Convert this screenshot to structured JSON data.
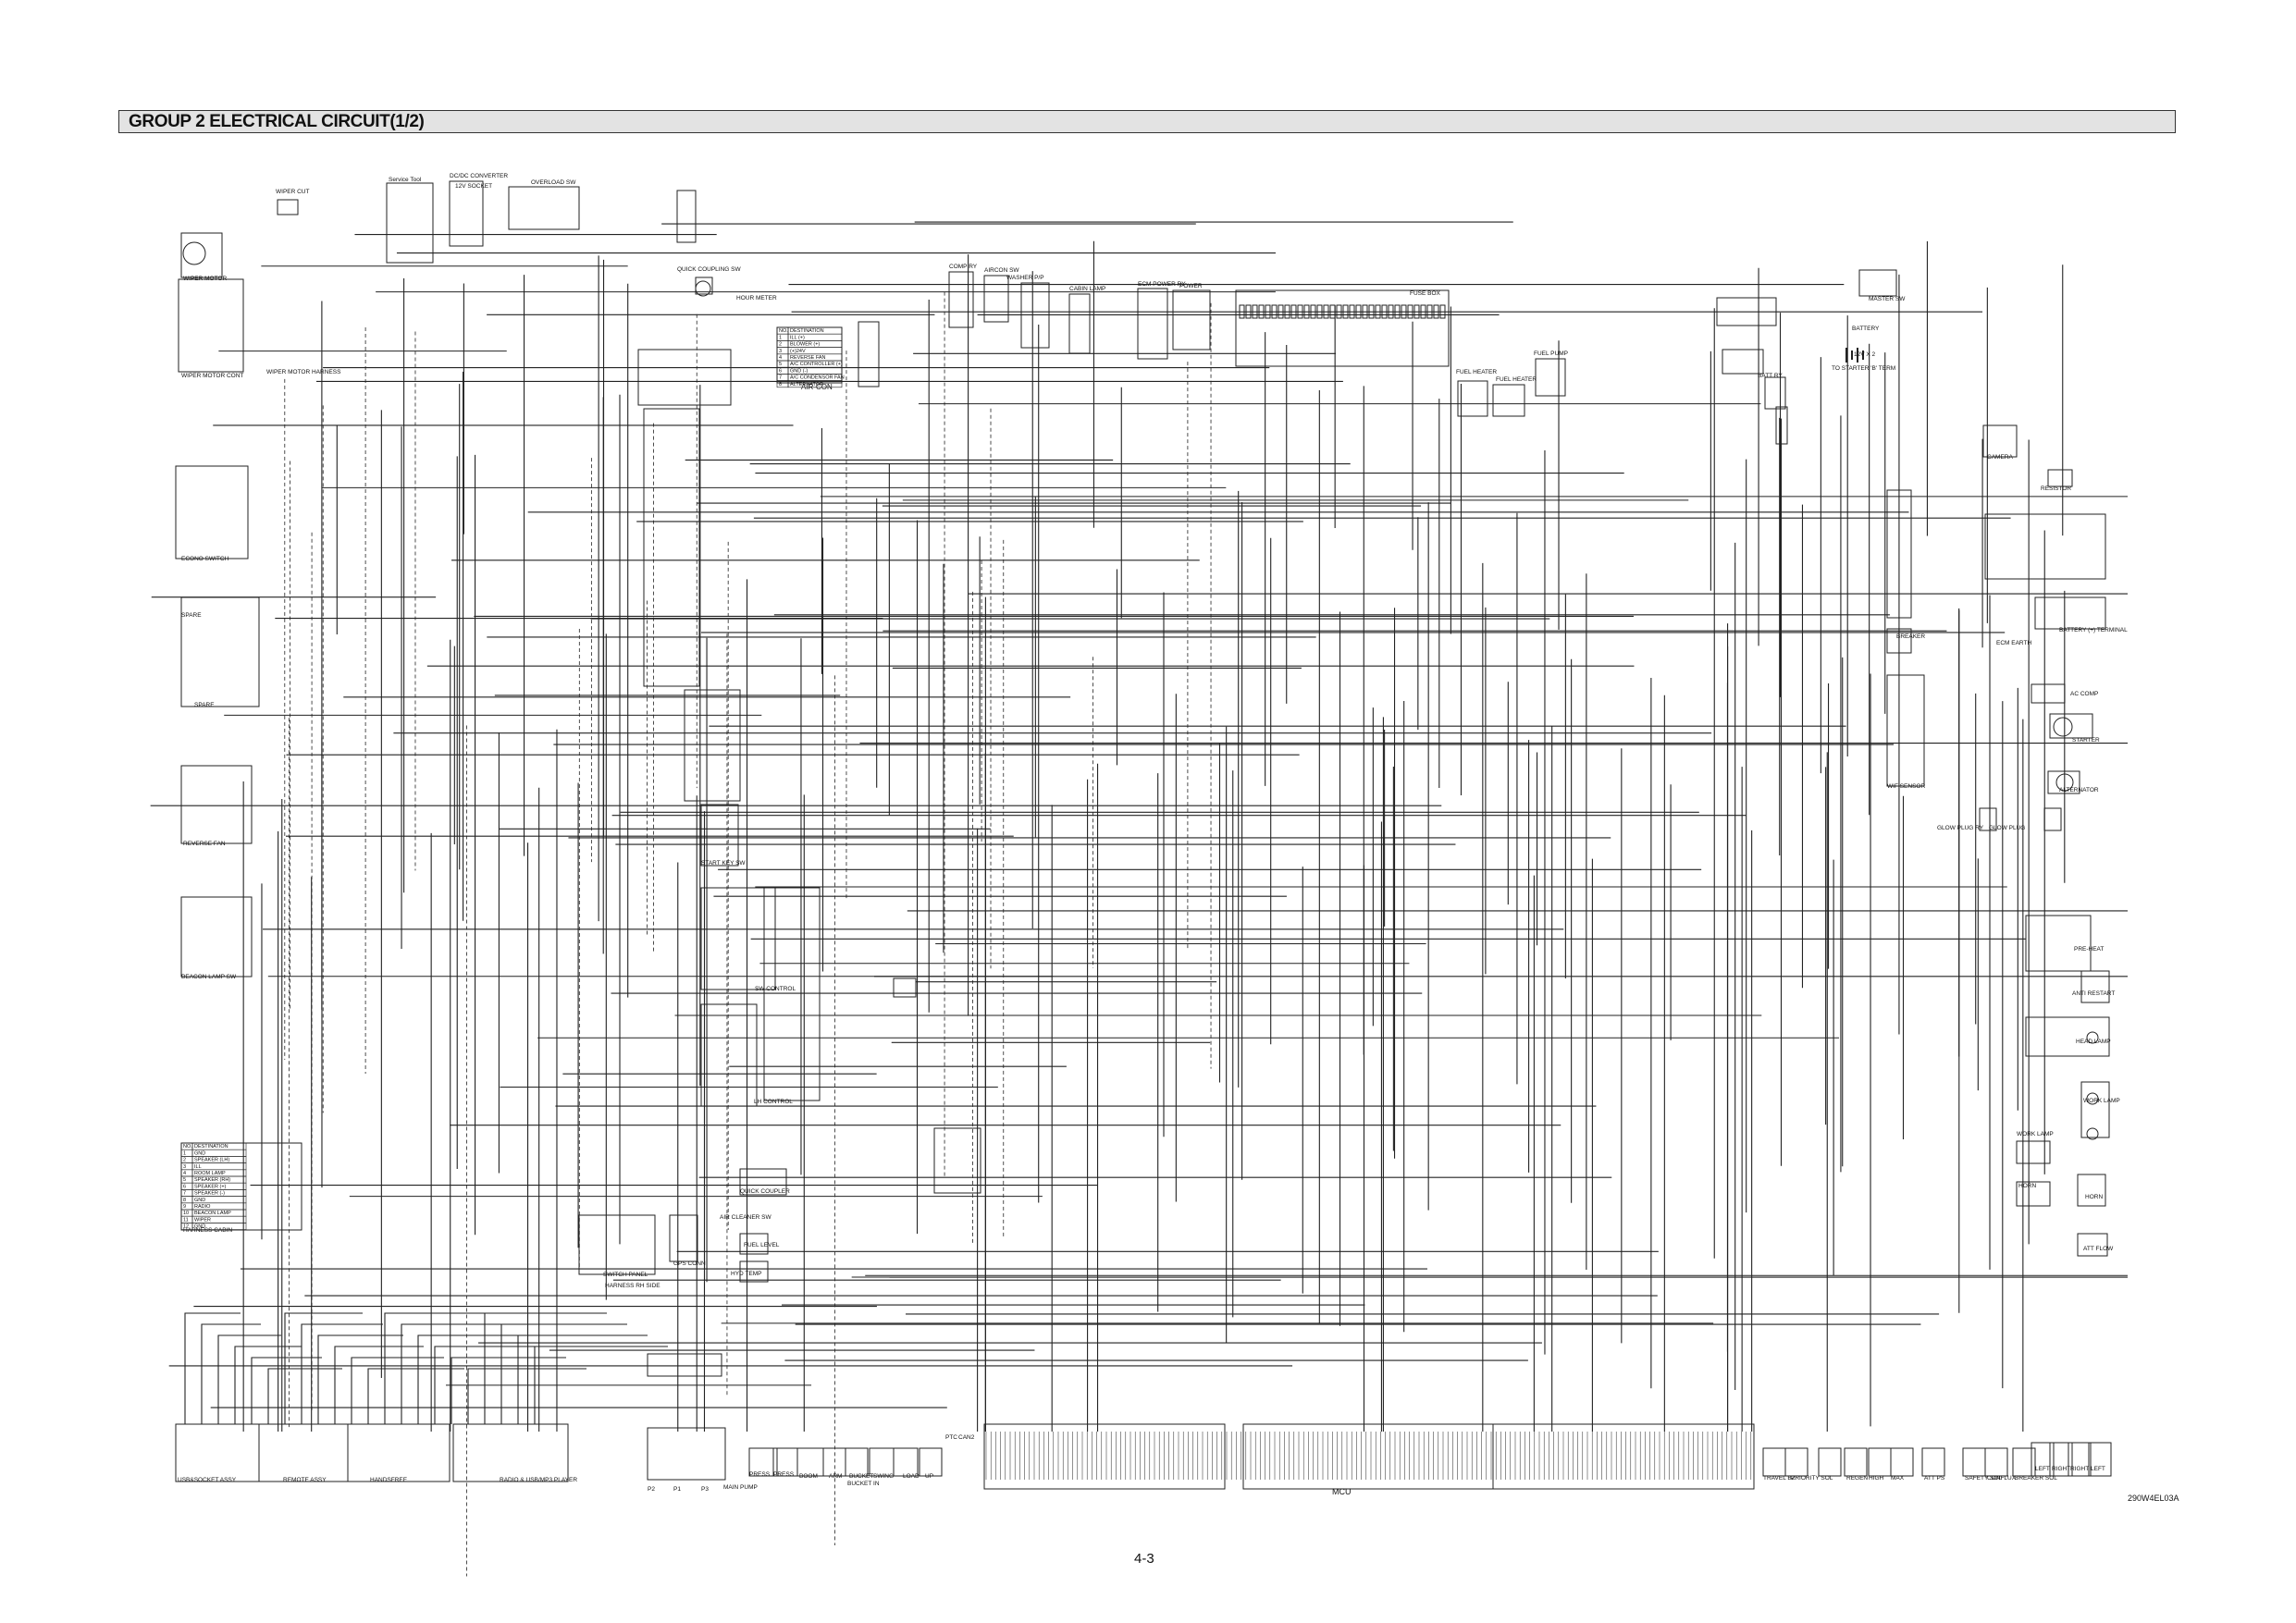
{
  "header": {
    "title": "GROUP  2  ELECTRICAL CIRCUIT(1/2)"
  },
  "labels": {
    "wiper_cut": "WIPER CUT",
    "service_tool": "Service Tool",
    "dcdc_converter": "DC/DC CONVERTER",
    "socket_12v": "12V SOCKET",
    "overload_sw": "OVERLOAD SW",
    "quick_coupling_sw": "QUICK COUPLING SW",
    "hour_meter": "HOUR METER",
    "wiper_motor": "WIPER MOTOR",
    "wiper_motor_cont": "WIPER MOTOR CONT",
    "wiper_motor_harness": "WIPER MOTOR HARNESS",
    "comp_ry": "COMP RY",
    "aircon_sw": "AIRCON SW",
    "washer_pump": "WASHER P/P",
    "cabin_lamp": "CABIN LAMP",
    "ecm_power_ry": "ECM POWER RY",
    "power": "POWER",
    "fuse_box": "FUSE BOX",
    "master_sw": "MASTER SW",
    "battery": "BATTERY",
    "battery_spec": "12V X 2",
    "battery_relay": "BATT RY",
    "starter_terminal": "TO STARTER 'B' TERM",
    "fuel_heater": "FUEL HEATER",
    "fuel_pump": "FUEL PUMP",
    "air_con": "AIR-CON",
    "econo_switch": "ECONO SWITCH",
    "spare": "SPARE",
    "reverse_fan": "REVERSE FAN",
    "beacon_lamp_sw": "BEACON LAMP SW",
    "start_key_sw": "START KEY SW",
    "harness_cabin": "HARNESS CABIN",
    "sw_control": "SW CONTROL",
    "lh_control": "LH CONTROL",
    "quick_coupler": "QUICK COUPLER",
    "air_cleaner_sw": "AIR CLEANER SW",
    "fuel_level": "FUEL LEVEL",
    "hyd_temp": "HYD TEMP",
    "switch_panel": "SWITCH PANEL",
    "gps_conn": "GPS CONN",
    "harness_rh_side": "HARNESS RH SIDE",
    "camera": "CAMERA",
    "resistor": "RESISTOR",
    "breaker": "BREAKER",
    "ecm_earth": "ECM EARTH",
    "battery_terminal": "BATTERY (+) TERMINAL",
    "ac_comp": "AC COMP",
    "starter": "STARTER",
    "alternator": "ALTERNATOR",
    "wif_sensor": "WIF SENSOR",
    "glow_plug_ry": "GLOW PLUG RY",
    "glow_plug": "GLOW PLUG",
    "pre_heat": "PRE-HEAT",
    "anti_restart": "ANTI RESTART",
    "head_lamp": "HEAD LAMP",
    "work_lamp": "WORK LAMP",
    "horn": "HORN",
    "att_flow": "ATT FLOW",
    "mcu": "MCU",
    "travel_bz": "TRAVEL BZ",
    "priority_sol": "PRIORITY SOL",
    "regen": "REGEN",
    "high": "HIGH",
    "max": "MAX",
    "att_ps": "ATT PS",
    "safety_sol": "SAFETY SOL",
    "conflux": "CONFLUX",
    "breaker_sol": "BREAKER SOL",
    "left": "LEFT",
    "right": "RIGHT",
    "usb_socket_assy": "USB&SOCKET ASSY",
    "remote_assy": "REMOTE ASSY",
    "handsfree": "HANDSFREE",
    "radio_usb_player": "RADIO & USB/MP3 PLAYER",
    "p2": "P2",
    "p1": "P1",
    "p3": "P3",
    "main_pump": "MAIN PUMP",
    "press": "PRESS",
    "boom": "BOOM",
    "arm": "ARM",
    "bucket": "BUCKET",
    "bucket_in": "BUCKET IN",
    "swing": "SWING",
    "load": "LOAD",
    "up": "UP",
    "ptc": "PTC",
    "can2": "CAN2"
  },
  "aircon_table": {
    "header": [
      "NO.",
      "DESTINATION"
    ],
    "rows": [
      [
        "1",
        "ILL (+)"
      ],
      [
        "2",
        "BLOWER (+)"
      ],
      [
        "3",
        "(+)24V"
      ],
      [
        "4",
        "REVERSE FAN"
      ],
      [
        "5",
        "A/C CONTROLLER (+)"
      ],
      [
        "6",
        "GND (-)"
      ],
      [
        "7",
        "A/C CONDENSOR FAN"
      ],
      [
        "8",
        "ALTERNATOR"
      ]
    ]
  },
  "harness_cabin_table": {
    "header": [
      "NO.",
      "DESTINATION"
    ],
    "rows": [
      [
        "1",
        "GND"
      ],
      [
        "2",
        "SPEAKER (LH)"
      ],
      [
        "3",
        "ILL"
      ],
      [
        "4",
        "ROOM LAMP"
      ],
      [
        "5",
        "SPEAKER (RH)"
      ],
      [
        "6",
        "SPEAKER (+)"
      ],
      [
        "7",
        "SPEAKER (-)"
      ],
      [
        "8",
        "GND"
      ],
      [
        "9",
        "RADIO"
      ],
      [
        "10",
        "BEACON LAMP"
      ],
      [
        "11",
        "WIPER"
      ],
      [
        "12",
        "GND"
      ]
    ]
  },
  "drawing_number": "290W4EL03A",
  "page_number": "4-3"
}
